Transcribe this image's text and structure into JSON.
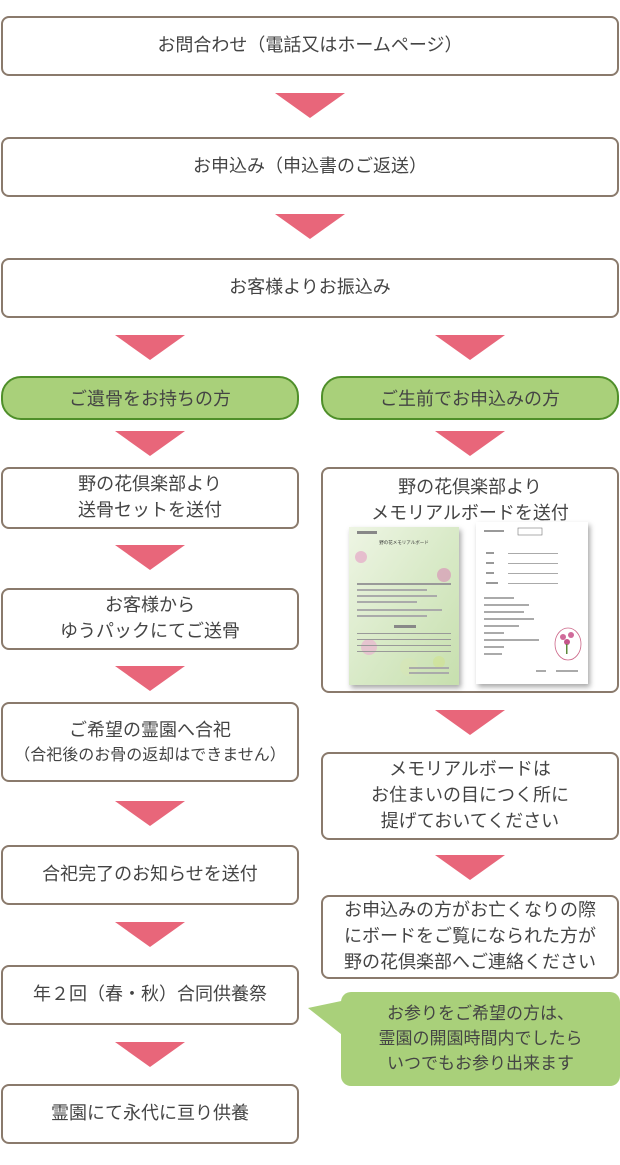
{
  "steps": {
    "contact": "お問合わせ（電話又はホームページ）",
    "apply": "お申込み（申込書のご返送）",
    "payment": "お客様よりお振込み"
  },
  "left": {
    "header": "ご遺骨をお持ちの方",
    "step1": [
      "野の花倶楽部より",
      "送骨セットを送付"
    ],
    "step2": [
      "お客様から",
      "ゆうパックにてご送骨"
    ],
    "step3_main": "ご希望の霊園へ合祀",
    "step3_note": "（合祀後のお骨の返却はできません）",
    "step4": "合祀完了のお知らせを送付",
    "step5": "年２回（春・秋）合同供養祭",
    "step6": "霊園にて永代に亘り供養"
  },
  "right": {
    "header": "ご生前でお申込みの方",
    "step1": [
      "野の花倶楽部より",
      "メモリアルボードを送付"
    ],
    "board_title": "野の花メモリアルボード",
    "step2": [
      "メモリアルボードは",
      "お住まいの目につく所に",
      "提げておいてください"
    ],
    "step3": [
      "お申込みの方がお亡くなりの際",
      "にボードをご覧になられた方が",
      "野の花倶楽部へご連絡ください"
    ]
  },
  "note": [
    "お参りをご希望の方は、",
    "霊園の開園時間内でしたら",
    "いつでもお参り出来ます"
  ],
  "colors": {
    "arrow": "#e8667a",
    "pill_fill": "#a9d07a",
    "pill_border": "#4f8f2a",
    "box_border": "#8a7a6c",
    "note_fill": "#a9d07a"
  }
}
